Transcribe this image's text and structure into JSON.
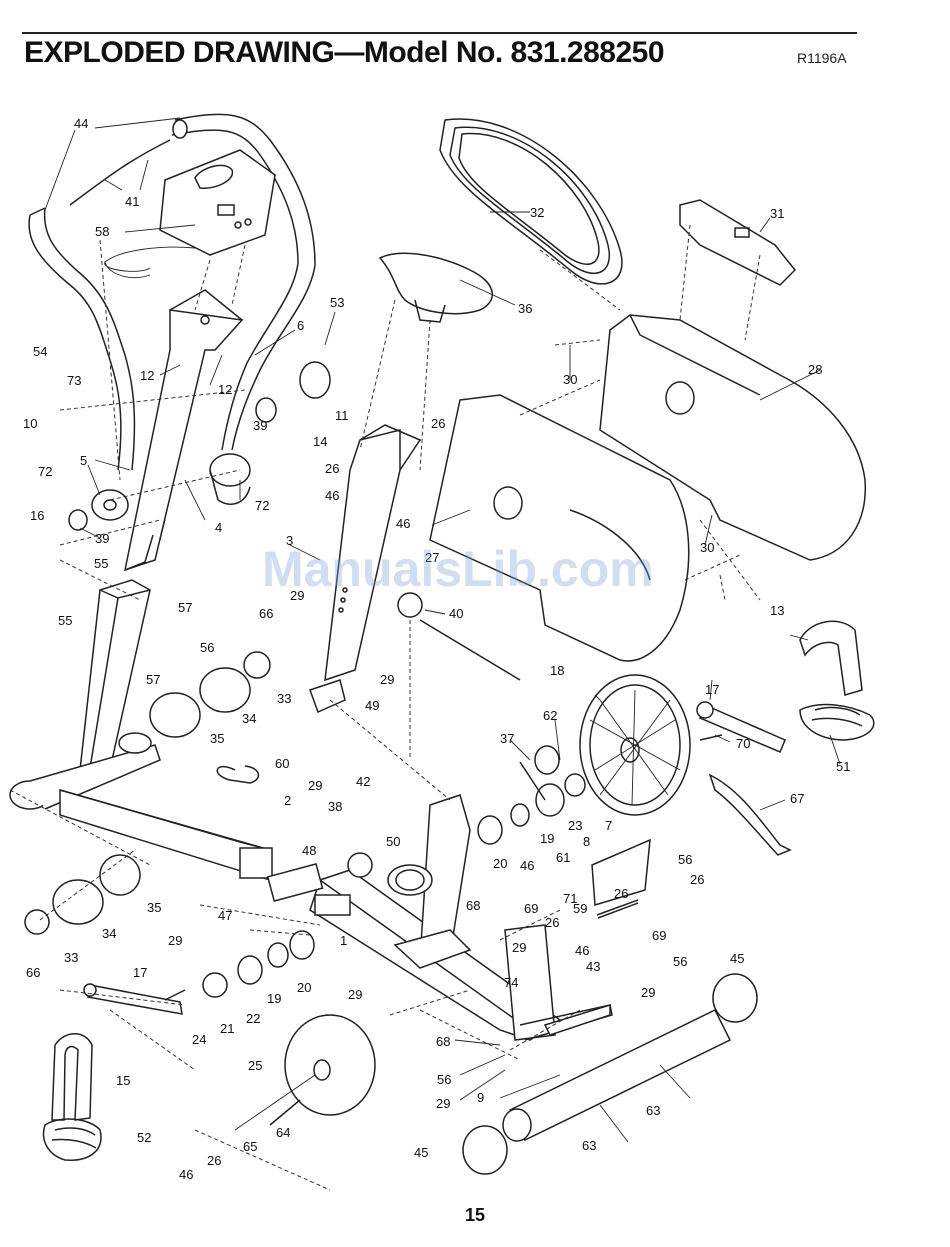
{
  "header": {
    "title": "EXPLODED DRAWING—Model No. 831.288250",
    "revision": "R1196A"
  },
  "watermark": "ManualsLib.com",
  "page_number": "15",
  "callouts": [
    "1",
    "2",
    "3",
    "4",
    "5",
    "6",
    "7",
    "8",
    "9",
    "10",
    "11",
    "12",
    "13",
    "14",
    "15",
    "16",
    "17",
    "18",
    "19",
    "20",
    "21",
    "22",
    "23",
    "24",
    "25",
    "26",
    "27",
    "28",
    "29",
    "30",
    "31",
    "32",
    "33",
    "34",
    "35",
    "36",
    "37",
    "38",
    "39",
    "40",
    "41",
    "42",
    "43",
    "44",
    "45",
    "46",
    "47",
    "48",
    "49",
    "50",
    "51",
    "52",
    "53",
    "54",
    "55",
    "56",
    "57",
    "58",
    "59",
    "60",
    "61",
    "62",
    "63",
    "64",
    "65",
    "66",
    "67",
    "68",
    "69",
    "70",
    "71",
    "72",
    "73",
    "74"
  ]
}
